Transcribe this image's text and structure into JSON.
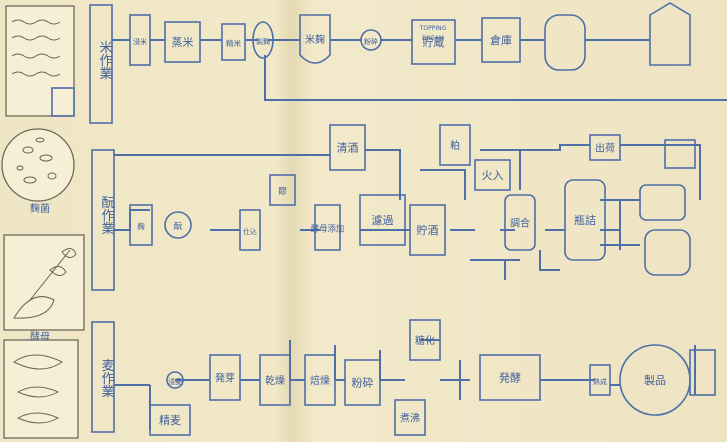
{
  "colors": {
    "ink": "#4f6fa8",
    "paper": "#efe6c4"
  },
  "left": {
    "row1_icon": "rice-field-icon",
    "row2_icon": "koji-mold-icon",
    "row3_icon": "hops-plant-icon",
    "row4_icon": "barley-grain-icon",
    "row2_caption": "麴菌",
    "row3_caption": "酵母"
  },
  "rows": {
    "r1": {
      "title": "米作業",
      "nodes": [
        "浸米",
        "蒸米",
        "精米",
        "製麴",
        "米麹",
        "粉砕",
        "貯蔵",
        "倉庫"
      ],
      "side": "TOPPING",
      "side2": "DREAM"
    },
    "r2": {
      "title": "酛作業",
      "nodes": [
        "麹",
        "酛",
        "仕込",
        "醪",
        "酵母添加",
        "清酒",
        "濾過",
        "貯酒",
        "粕",
        "火入",
        "調合",
        "瓶詰",
        "出荷"
      ]
    },
    "r3": {
      "title": "麦作業",
      "nodes": [
        "精麦",
        "浸麦",
        "発芽",
        "乾燥",
        "焙燥",
        "粉砕",
        "糖化",
        "煮沸",
        "発酵",
        "熟成",
        "製品"
      ]
    }
  }
}
